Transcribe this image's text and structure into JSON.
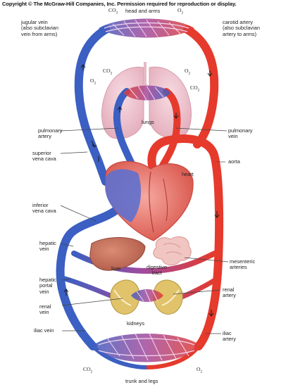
{
  "copyright": "Copyright © The McGraw-Hill Companies, Inc. Permission required for reproduction or display.",
  "gases": {
    "co2": "CO",
    "co2_sub": "2",
    "o2": "O",
    "o2_sub": "2"
  },
  "labels": {
    "head_and_arms": "head and arms",
    "jugular_vein": [
      "jugular vein",
      "(also subclavian",
      "vein from arms)"
    ],
    "carotid_artery": [
      "carotid artery",
      "(also subclavian",
      "artery to arms)"
    ],
    "lungs": "lungs",
    "pulmonary_artery": [
      "pulmonary",
      "artery"
    ],
    "pulmonary_vein": [
      "pulmonary",
      "vein"
    ],
    "superior_vena_cava": [
      "superior",
      "vena cava"
    ],
    "aorta": "aorta",
    "heart": "heart",
    "inferior_vena_cava": [
      "inferior",
      "vena cava"
    ],
    "hepatic_vein": [
      "hepatic",
      "vein"
    ],
    "mesenteric_arteries": [
      "mesenteric",
      "arteries"
    ],
    "liver": "liver",
    "digestive_tract": [
      "digestive",
      "tract"
    ],
    "hepatic_portal_vein": [
      "hepatic",
      "portal",
      "vein"
    ],
    "renal_artery": [
      "renal",
      "artery"
    ],
    "renal_vein": [
      "renal",
      "vein"
    ],
    "kidneys": "kidneys",
    "iliac_vein": "iliac vein",
    "iliac_artery": [
      "iliac",
      "artery"
    ],
    "trunk_and_legs": "trunk and legs"
  },
  "colors": {
    "vein": "#3b5fc2",
    "artery": "#e53a2c",
    "capillary": "#b14c99"
  }
}
